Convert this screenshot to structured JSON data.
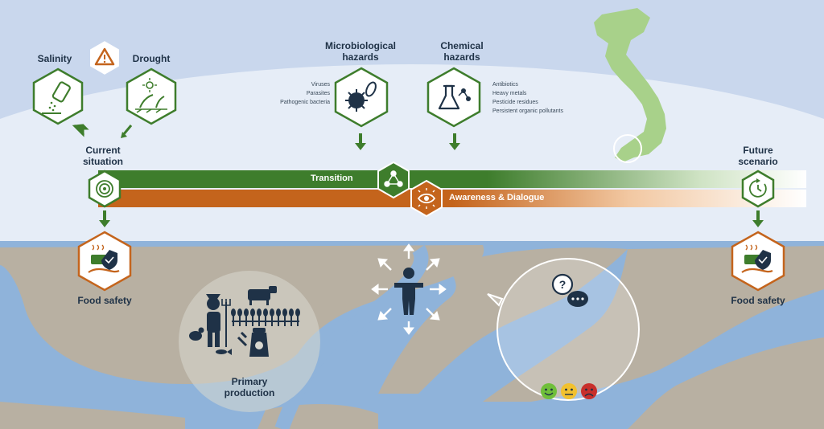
{
  "labels": {
    "salinity": "Salinity",
    "drought": "Drought",
    "microbiological": "Microbiological hazards",
    "chemical": "Chemical hazards",
    "current": "Current situation",
    "future": "Future scenario",
    "transition": "Transition",
    "awareness": "Awareness & Dialogue",
    "food_safety_left": "Food safety",
    "food_safety_right": "Food safety",
    "primary": "Primary production"
  },
  "micro_items": [
    "Viruses",
    "Parasites",
    "Pathogenic bacteria"
  ],
  "chem_items": [
    "Antibiotics",
    "Heavy metals",
    "Pesticide residues",
    "Persistent organic pollutants"
  ],
  "colors": {
    "green": "#3e7d2c",
    "orange": "#c4641c",
    "navy": "#1f3247",
    "sky": "#c9d7ed",
    "land": "#b8b0a2",
    "water": "#8fb3da",
    "map": "#a8d18a"
  },
  "icons": [
    "warning-icon",
    "salt-shaker-icon",
    "drought-plant-icon",
    "virus-icon",
    "lab-flask-icon",
    "target-icon",
    "network-icon",
    "eye-icon",
    "clock-icon",
    "food-safety-icon",
    "farmer-icon",
    "person-icon",
    "question-speech-icon",
    "smiley-icon"
  ]
}
